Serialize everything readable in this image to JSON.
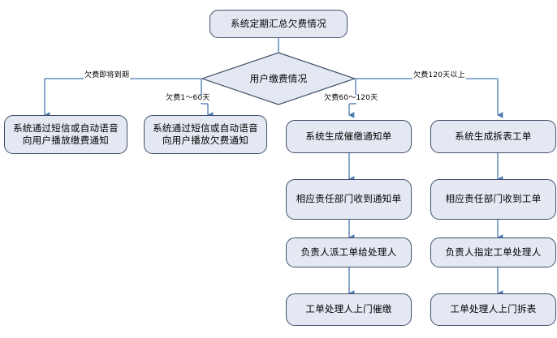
{
  "diagram": {
    "type": "flowchart",
    "title_node": "系统定期汇总欠费情况",
    "decision": "用户缴费情况",
    "edge_labels": {
      "branch1": "欠费即将到期",
      "branch2": "欠费1～60天",
      "branch3": "欠费60～120天",
      "branch4": "欠费120天以上"
    },
    "columns": [
      {
        "id": "col1",
        "nodes": [
          "系统通过短信或自动语音向用户播放缴费通知"
        ]
      },
      {
        "id": "col2",
        "nodes": [
          "系统通过短信或自动语音向用户播放欠费通知"
        ]
      },
      {
        "id": "col3",
        "nodes": [
          "系统生成催缴通知单",
          "相应责任部门收到通知单",
          "负责人派工单给处理人",
          "工单处理人上门催缴"
        ]
      },
      {
        "id": "col4",
        "nodes": [
          "系统生成拆表工单",
          "相应责任部门收到工单",
          "负责人指定工单处理人",
          "工单处理人上门拆表"
        ]
      }
    ],
    "colors": {
      "node_fill": "#e3e8f2",
      "node_border": "#41506b",
      "connector": "#4a7ab0",
      "background": "#ffffff",
      "text": "#000000"
    }
  }
}
